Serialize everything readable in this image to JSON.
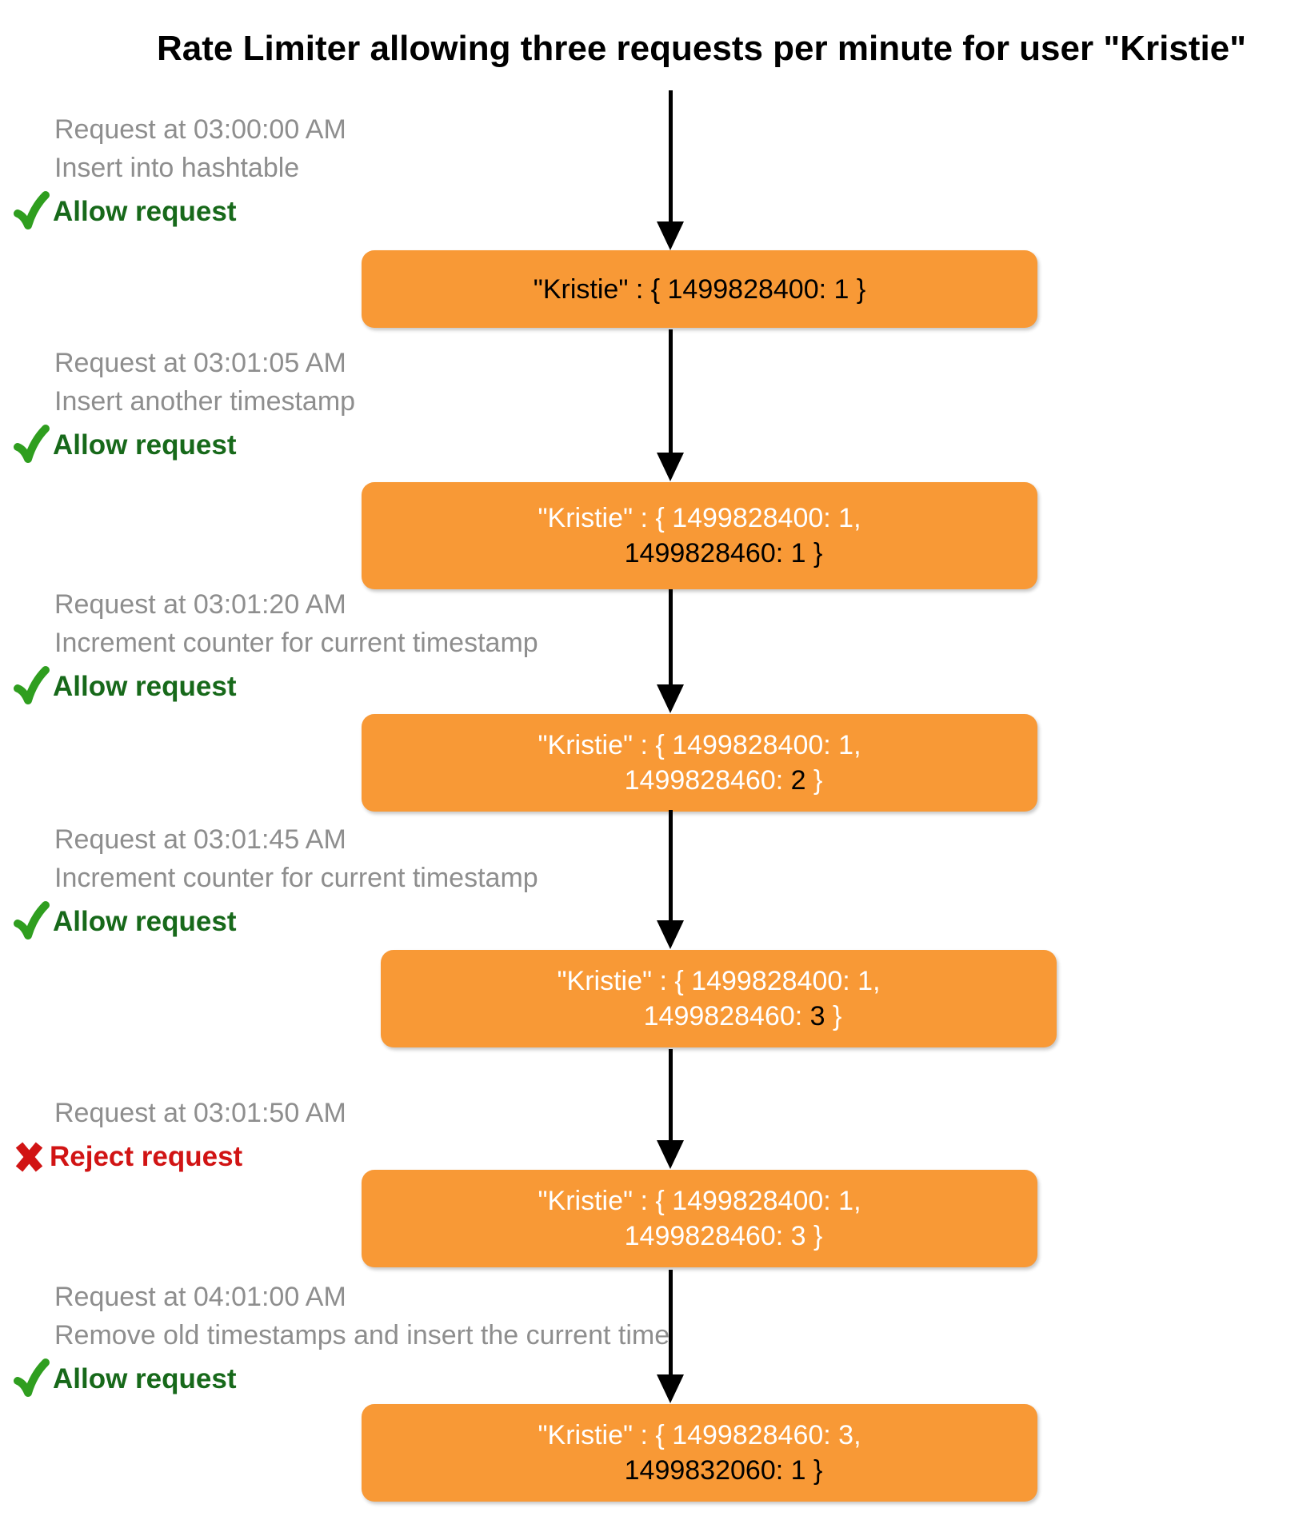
{
  "title": "Rate Limiter allowing three requests per minute for user \"Kristie\"",
  "colors": {
    "box_fill": "#f89936",
    "box_text": "#ffffff",
    "box_highlight_text": "#000000",
    "note_text": "#8e8e8e",
    "allow_text_green": "#17691a",
    "check_icon_green": "#2f9e1f",
    "reject_red": "#d11414",
    "arrow_black": "#000000",
    "title_black": "#000000"
  },
  "steps": [
    {
      "request_label": "Request at 03:00:00 AM",
      "action_label": "Insert into hashtable",
      "decision": "allow",
      "decision_label": "Allow request",
      "box": {
        "lines": [
          {
            "segments": [
              {
                "text": "\"Kristie\" : { 1499828400: 1 }",
                "highlight": true
              }
            ]
          }
        ]
      }
    },
    {
      "request_label": "Request at 03:01:05 AM",
      "action_label": "Insert another timestamp",
      "decision": "allow",
      "decision_label": "Allow request",
      "box": {
        "lines": [
          {
            "segments": [
              {
                "text": "\"Kristie\" : { 1499828400: 1,",
                "highlight": false
              }
            ]
          },
          {
            "segments": [
              {
                "text": "1499828460: 1 }",
                "highlight": true
              }
            ]
          }
        ]
      }
    },
    {
      "request_label": "Request at 03:01:20 AM",
      "action_label": "Increment counter for current timestamp",
      "decision": "allow",
      "decision_label": "Allow request",
      "box": {
        "lines": [
          {
            "segments": [
              {
                "text": "\"Kristie\" : { 1499828400: 1,",
                "highlight": false
              }
            ]
          },
          {
            "segments": [
              {
                "text": "1499828460: ",
                "highlight": false
              },
              {
                "text": "2",
                "highlight": true
              },
              {
                "text": " }",
                "highlight": false
              }
            ]
          }
        ]
      }
    },
    {
      "request_label": "Request at 03:01:45 AM",
      "action_label": "Increment counter for current timestamp",
      "decision": "allow",
      "decision_label": "Allow request",
      "box": {
        "lines": [
          {
            "segments": [
              {
                "text": "\"Kristie\" : { 1499828400: 1,",
                "highlight": false
              }
            ]
          },
          {
            "segments": [
              {
                "text": "1499828460: ",
                "highlight": false
              },
              {
                "text": "3",
                "highlight": true
              },
              {
                "text": " }",
                "highlight": false
              }
            ]
          }
        ]
      }
    },
    {
      "request_label": "Request at 03:01:50 AM",
      "decision": "reject",
      "decision_label": "Reject request",
      "box": {
        "lines": [
          {
            "segments": [
              {
                "text": "\"Kristie\" : { 1499828400: 1,",
                "highlight": false
              }
            ]
          },
          {
            "segments": [
              {
                "text": "1499828460: 3 }",
                "highlight": false
              }
            ]
          }
        ]
      }
    },
    {
      "request_label": "Request at 04:01:00 AM",
      "action_label": "Remove old timestamps and insert the current time",
      "decision": "allow",
      "decision_label": "Allow request",
      "box": {
        "lines": [
          {
            "segments": [
              {
                "text": "\"Kristie\" : { 1499828460: 3,",
                "highlight": false
              }
            ]
          },
          {
            "segments": [
              {
                "text": "1499832060: 1 }",
                "highlight": true
              }
            ]
          }
        ]
      }
    }
  ]
}
